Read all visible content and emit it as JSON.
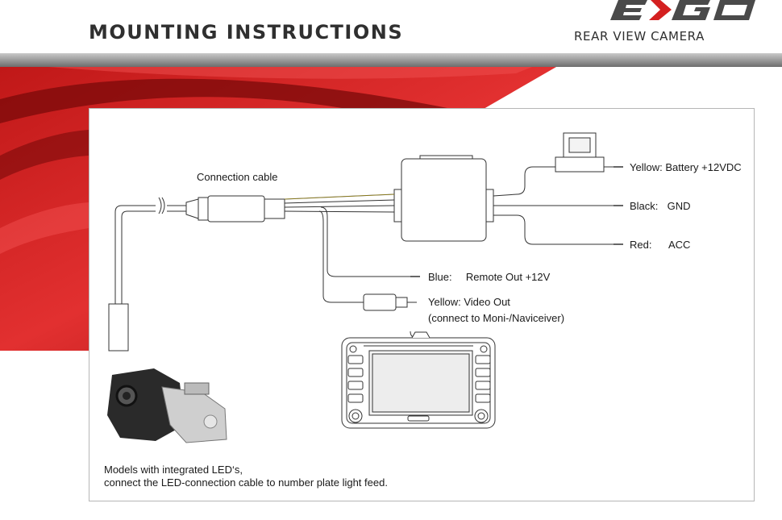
{
  "header": {
    "title": "MOUNTING INSTRUCTIONS",
    "brand_logo": "EXGO",
    "brand_subtitle": "REAR VIEW CAMERA"
  },
  "diagram": {
    "connection_cable_label": "Connection cable",
    "wires": [
      {
        "color_name": "Yellow:",
        "function": "Battery +12VDC",
        "hex": "#e0c000"
      },
      {
        "color_name": "Black:",
        "function": "GND",
        "hex": "#111111"
      },
      {
        "color_name": "Red:",
        "function": "ACC",
        "hex": "#d01010"
      },
      {
        "color_name": "Blue:",
        "function": "Remote Out +12V",
        "hex": "#1040c0"
      },
      {
        "color_name": "Yellow:",
        "function": "Video Out",
        "hex": "#e0c000"
      }
    ],
    "video_out_note": "(connect to Moni-/Naviceiver)",
    "led_note_line1": "Models with integrated LED‘s,",
    "led_note_line2": "connect the LED-connection cable to number plate light feed."
  },
  "colors": {
    "accent_red": "#d42020",
    "dark_red": "#7a0a0a",
    "header_gray": "#2f2f2f"
  }
}
